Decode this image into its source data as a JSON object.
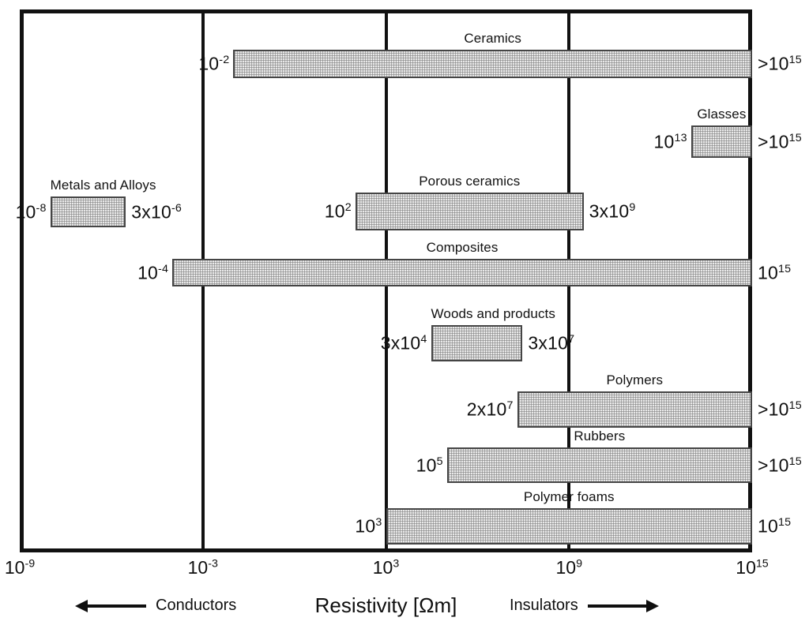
{
  "chart_data": {
    "type": "bar",
    "orientation": "horizontal",
    "title": "",
    "xlabel": "Resistivity [Ωm]",
    "ylabel": "",
    "xscale": "log",
    "xlim": [
      1e-09,
      1000000000000000.0
    ],
    "xticks": [
      {
        "label_base": "10",
        "label_exp": "-9",
        "value": 1e-09
      },
      {
        "label_base": "10",
        "label_exp": "-3",
        "value": 0.001
      },
      {
        "label_base": "10",
        "label_exp": "3",
        "value": 1000
      },
      {
        "label_base": "10",
        "label_exp": "9",
        "value": 1000000000.0
      },
      {
        "label_base": "10",
        "label_exp": "15",
        "value": 1000000000000000.0
      }
    ],
    "gridlines": [
      0.001,
      1000,
      1000000000.0
    ],
    "grid": true,
    "legend": "none",
    "categories": [
      "Ceramics",
      "Glasses",
      "Metals and Alloys",
      "Porous ceramics",
      "Composites",
      "Woods and products",
      "Polymers",
      "Rubbers",
      "Polymer foams"
    ],
    "bars": [
      {
        "name": "Ceramics",
        "x_start": 0.01,
        "x_end": 1000000000000000.0,
        "start_label_base": "10",
        "start_label_exp": "-2",
        "start_label_prefix": "",
        "end_label_base": "10",
        "end_label_exp": "15",
        "end_label_prefix": ">",
        "row": 0
      },
      {
        "name": "Glasses",
        "x_start": 10000000000000.0,
        "x_end": 1000000000000000.0,
        "start_label_base": "10",
        "start_label_exp": "13",
        "start_label_prefix": "",
        "end_label_base": "10",
        "end_label_exp": "15",
        "end_label_prefix": ">",
        "row": 1
      },
      {
        "name": "Metals and Alloys",
        "x_start": 1e-08,
        "x_end": 3e-06,
        "start_label_base": "10",
        "start_label_exp": "-8",
        "start_label_prefix": "",
        "end_label_base": "10",
        "end_label_exp": "-6",
        "end_label_prefix": "3x",
        "row": 2
      },
      {
        "name": "Porous ceramics",
        "x_start": 100,
        "x_end": 3000000000.0,
        "start_label_base": "10",
        "start_label_exp": "2",
        "start_label_prefix": "",
        "end_label_base": "10",
        "end_label_exp": "9",
        "end_label_prefix": "3x",
        "row": 3
      },
      {
        "name": "Composites",
        "x_start": 0.0001,
        "x_end": 1000000000000000.0,
        "start_label_base": "10",
        "start_label_exp": "-4",
        "start_label_prefix": "",
        "end_label_base": "10",
        "end_label_exp": "15",
        "end_label_prefix": "",
        "row": 4
      },
      {
        "name": "Woods and products",
        "x_start": 30000,
        "x_end": 30000000.0,
        "start_label_base": "10",
        "start_label_exp": "4",
        "start_label_prefix": "3x",
        "end_label_base": "10",
        "end_label_exp": "7",
        "end_label_prefix": "3x",
        "row": 5
      },
      {
        "name": "Polymers",
        "x_start": 20000000.0,
        "x_end": 1000000000000000.0,
        "start_label_base": "10",
        "start_label_exp": "7",
        "start_label_prefix": "2x",
        "end_label_base": "10",
        "end_label_exp": "15",
        "end_label_prefix": ">",
        "row": 6
      },
      {
        "name": "Rubbers",
        "x_start": 100000,
        "x_end": 1000000000000000.0,
        "start_label_base": "10",
        "start_label_exp": "5",
        "start_label_prefix": "",
        "end_label_base": "10",
        "end_label_exp": "15",
        "end_label_prefix": ">",
        "row": 7
      },
      {
        "name": "Polymer foams",
        "x_start": 1000,
        "x_end": 1000000000000000.0,
        "start_label_base": "10",
        "start_label_exp": "3",
        "start_label_prefix": "",
        "end_label_base": "10",
        "end_label_exp": "15",
        "end_label_prefix": "",
        "row": 8
      }
    ],
    "annotations": [
      {
        "name": "conductors",
        "text": "Conductors",
        "arrow": "left"
      },
      {
        "name": "insulators",
        "text": "Insulators",
        "arrow": "right"
      }
    ]
  },
  "footer": {
    "axis_title": "Resistivity [Ωm]",
    "conductors_label": "Conductors",
    "insulators_label": "Insulators"
  },
  "colors": {
    "bar_fill": "#e9e9e9",
    "bar_border": "#454545",
    "frame": "#111111",
    "text": "#0f0f0f",
    "background": "#ffffff"
  }
}
